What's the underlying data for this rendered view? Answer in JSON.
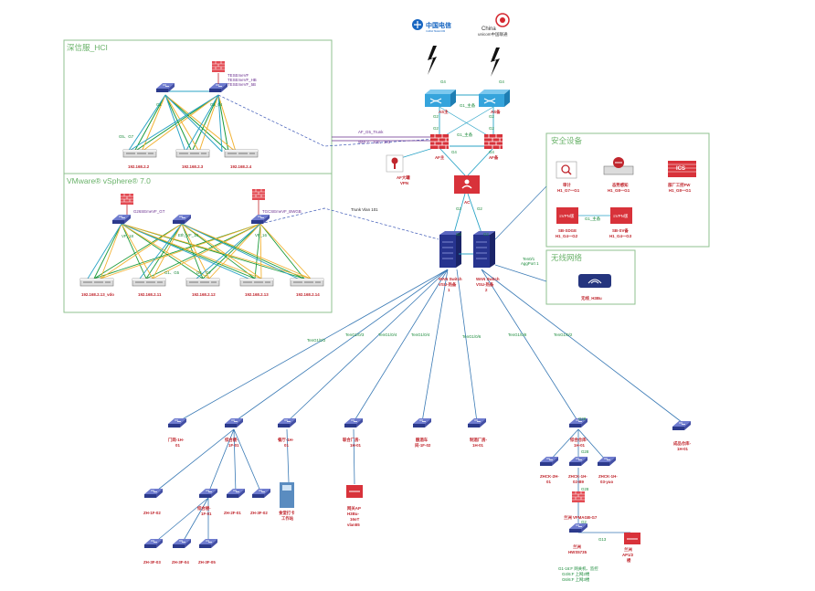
{
  "panels": {
    "hci": "深信服_HCI",
    "vmware": "VMware® vSphere® 7.0",
    "security": "安全设备",
    "wireless": "无线网络"
  },
  "logos": {
    "telecom_cn": "中国电信",
    "telecom_en": "CHINA TELECOM",
    "unicom_en1": "China",
    "unicom_en2": "unicom中国联通"
  },
  "labels": {
    "hci_vfw1": "TESEmeVF",
    "hci_vfw2": "TESEmeVF_HB",
    "hci_vfw3": "TESEmeVF_5B",
    "hci_sw1": "G1",
    "hci_sw2": "G1_04",
    "hci_ports": "G5、G7",
    "hci_srv1": "192.168.2.2",
    "hci_srv2": "192.168.2.3",
    "hci_srv3": "192.168.2.4",
    "vm_vfw1": "G26SEmeVF_GT",
    "vm_vfw2": "TGCSEmeVF_BWGB",
    "vm_sw1": "VF_18",
    "vm_sw2": "Eth_VF_18",
    "vm_sw3": "VF_16",
    "vm_port1": "G1、G5",
    "vm_port2": "G5、G7",
    "vm_srv1": "192.168.2.13_vdo",
    "vm_srv2": "192.168.2.11",
    "vm_srv3": "192.168.2.12",
    "vm_srv4": "192.168.2.13",
    "vm_srv5": "192.168.2.14",
    "trunk1": "AF_G5_Trunk",
    "trunk2": "vlan 2、100、103",
    "trunk_vlan": "Trunk Vlan 101",
    "isp_port": "G4",
    "l3_link": "G1_主备",
    "l3_left": "AS主",
    "l3_right": "AS备",
    "port_g2": "G2",
    "port_g4": "G4",
    "fw_link": "G1_主备",
    "fw_primary": "AF主",
    "fw_backup": "AF备",
    "ac": "AC",
    "vpn1": "AF大罐",
    "vpn2": "VPN",
    "aggport1": "Ten0/1",
    "aggport2": "AggPort 1",
    "core_p1": "WAN Switch",
    "core_p2": "VSU-热备",
    "core_p3": "1",
    "core_b1": "WAN Switch",
    "core_b2": "VSU-热备",
    "core_b3": "2"
  },
  "security": {
    "ics_badge": "ICS",
    "vpn_badge": "≡VPN版",
    "audit1": "审计",
    "audit2": "H1_G7一G1",
    "sa1": "态势感知",
    "sa2": "H1_G8一G1",
    "ics1": "部厂工控FW",
    "ics2": "H1_G8一G1",
    "vpn_link": "G1_主备",
    "vpn_p1": "SB-SDGE",
    "vpn_p2": "H1_G4一G2",
    "vpn_b1": "SB-SV备",
    "vpn_b2": "H1_G4一G3"
  },
  "wireless": {
    "ap_label": "无线_H3Bu"
  },
  "uplinks": [
    "TenG1/0/2",
    "TenG1/0/3",
    "TenG1/0/4",
    "TenG1/0/4",
    "TenG1/0/6",
    "TenG1/0/8",
    "TenG1/0/2"
  ],
  "access": {
    "mt1": "门岗-1H-",
    "mt2": "01",
    "zh1": "综合楼-",
    "zh2": "1F-01",
    "ct1": "餐厅-1H-",
    "ct2": "01",
    "jp1": "联合厂房-",
    "jp2": "1H-01",
    "ws1": "酿酒车",
    "ws2": "间-1F-02",
    "br1": "制酒厂房-",
    "br2": "1H-01",
    "wh_port": "G28",
    "wh1": "综合仓库-",
    "wh2": "1H-01",
    "pw1": "成品仓库-",
    "pw2": "1H-01",
    "zh1f02": "ZH-1F-02",
    "zh1f01a": "综合楼-",
    "zh1f01b": "1F-01",
    "zh2f01": "ZH-2F-01",
    "zh3f02": "ZH-3F-02",
    "zh3f03": "ZH-3F-03",
    "zh3f04": "ZH-3F-04",
    "zh3f05": "ZH-3F-05",
    "card1": "食堂打卡",
    "card2": "工作站",
    "jr1": "网关AP",
    "jr2": "H3Bu-",
    "jr3": "16oT",
    "jr4": "vlan55",
    "zc1a": "ZHCK-2H-",
    "zc1b": "01",
    "zc2a": "ZHCK-1H-",
    "zc2b": "02-B9",
    "zc3a": "ZHCK-1H-",
    "zc3b": "03-yuo",
    "zc_port": "G28",
    "zc_fw_port": "G28",
    "lfw": "兰洲 VFMAGB-G7",
    "lfw_port": "G2",
    "ap_link_port": "G13",
    "hw1": "兰洲",
    "hw2": "HWS5735",
    "apr1": "兰洲",
    "apr2": "AP1/2",
    "apr3": "楼",
    "note1": "G1-16:F 网关机、监控",
    "note2": "G4/6:F 上网2楼",
    "note3": "G6/6:F 上网3楼"
  }
}
